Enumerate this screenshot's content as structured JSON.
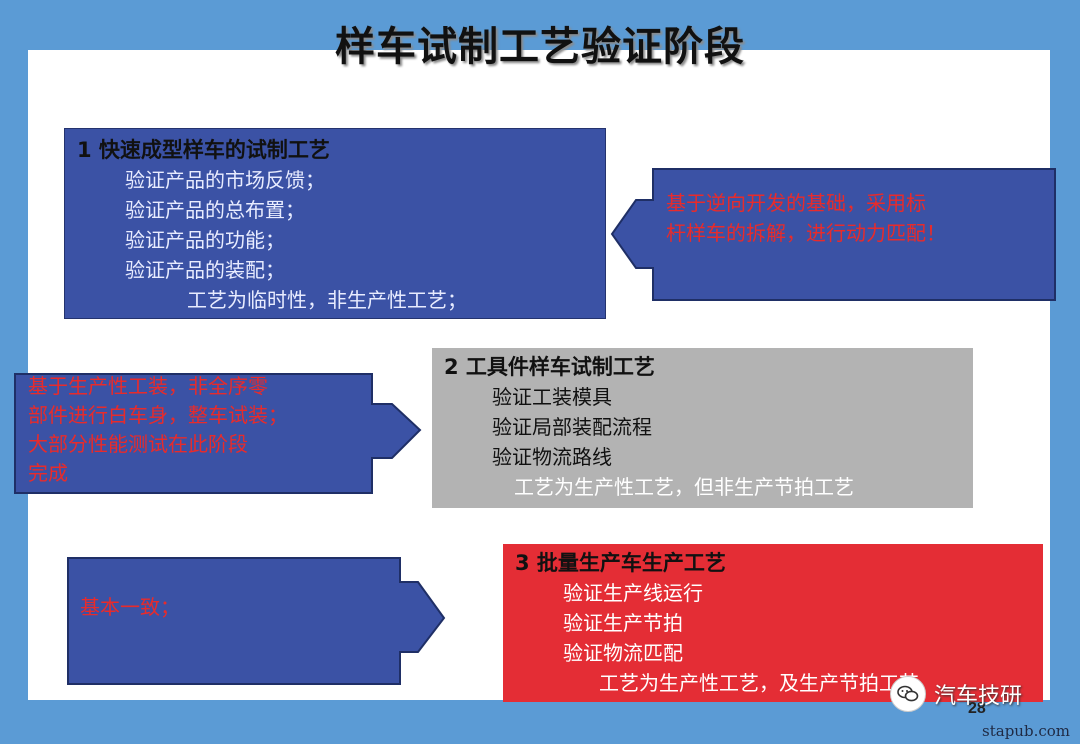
{
  "title": "样车试制工艺验证阶段",
  "stage1": {
    "heading": "1 快速成型样车的试制工艺",
    "items": [
      "验证产品的市场反馈；",
      "验证产品的总布置；",
      "验证产品的功能；",
      "验证产品的装配；"
    ],
    "summary": "工艺为临时性，非生产性工艺；",
    "color": "#3b52a5"
  },
  "stage1_note": {
    "lines": [
      "基于逆向开发的基础，采用标",
      "杆样车的拆解，进行动力匹配！"
    ]
  },
  "stage2": {
    "heading": "2 工具件样车试制工艺",
    "items": [
      "验证工装模具",
      "验证局部装配流程",
      "验证物流路线"
    ],
    "summary": "工艺为生产性工艺，但非生产节拍工艺",
    "color": "#b3b3b3"
  },
  "stage2_note": {
    "lines": [
      "基于生产性工装，非全序零",
      "部件进行白车身，整车试装；",
      "大部分性能测试在此阶段",
      "完成"
    ]
  },
  "stage3": {
    "heading": "3 批量生产车生产工艺",
    "items": [
      "验证生产线运行",
      "验证生产节拍",
      "验证物流匹配"
    ],
    "summary": "工艺为生产性工艺，及生产节拍工艺",
    "color": "#e42d35"
  },
  "stage3_note": {
    "lines": [
      "基本一致；"
    ]
  },
  "page_number": "28",
  "watermark": {
    "icon": "wechat-icon",
    "text": "汽车技研"
  },
  "site": "stapub.com"
}
